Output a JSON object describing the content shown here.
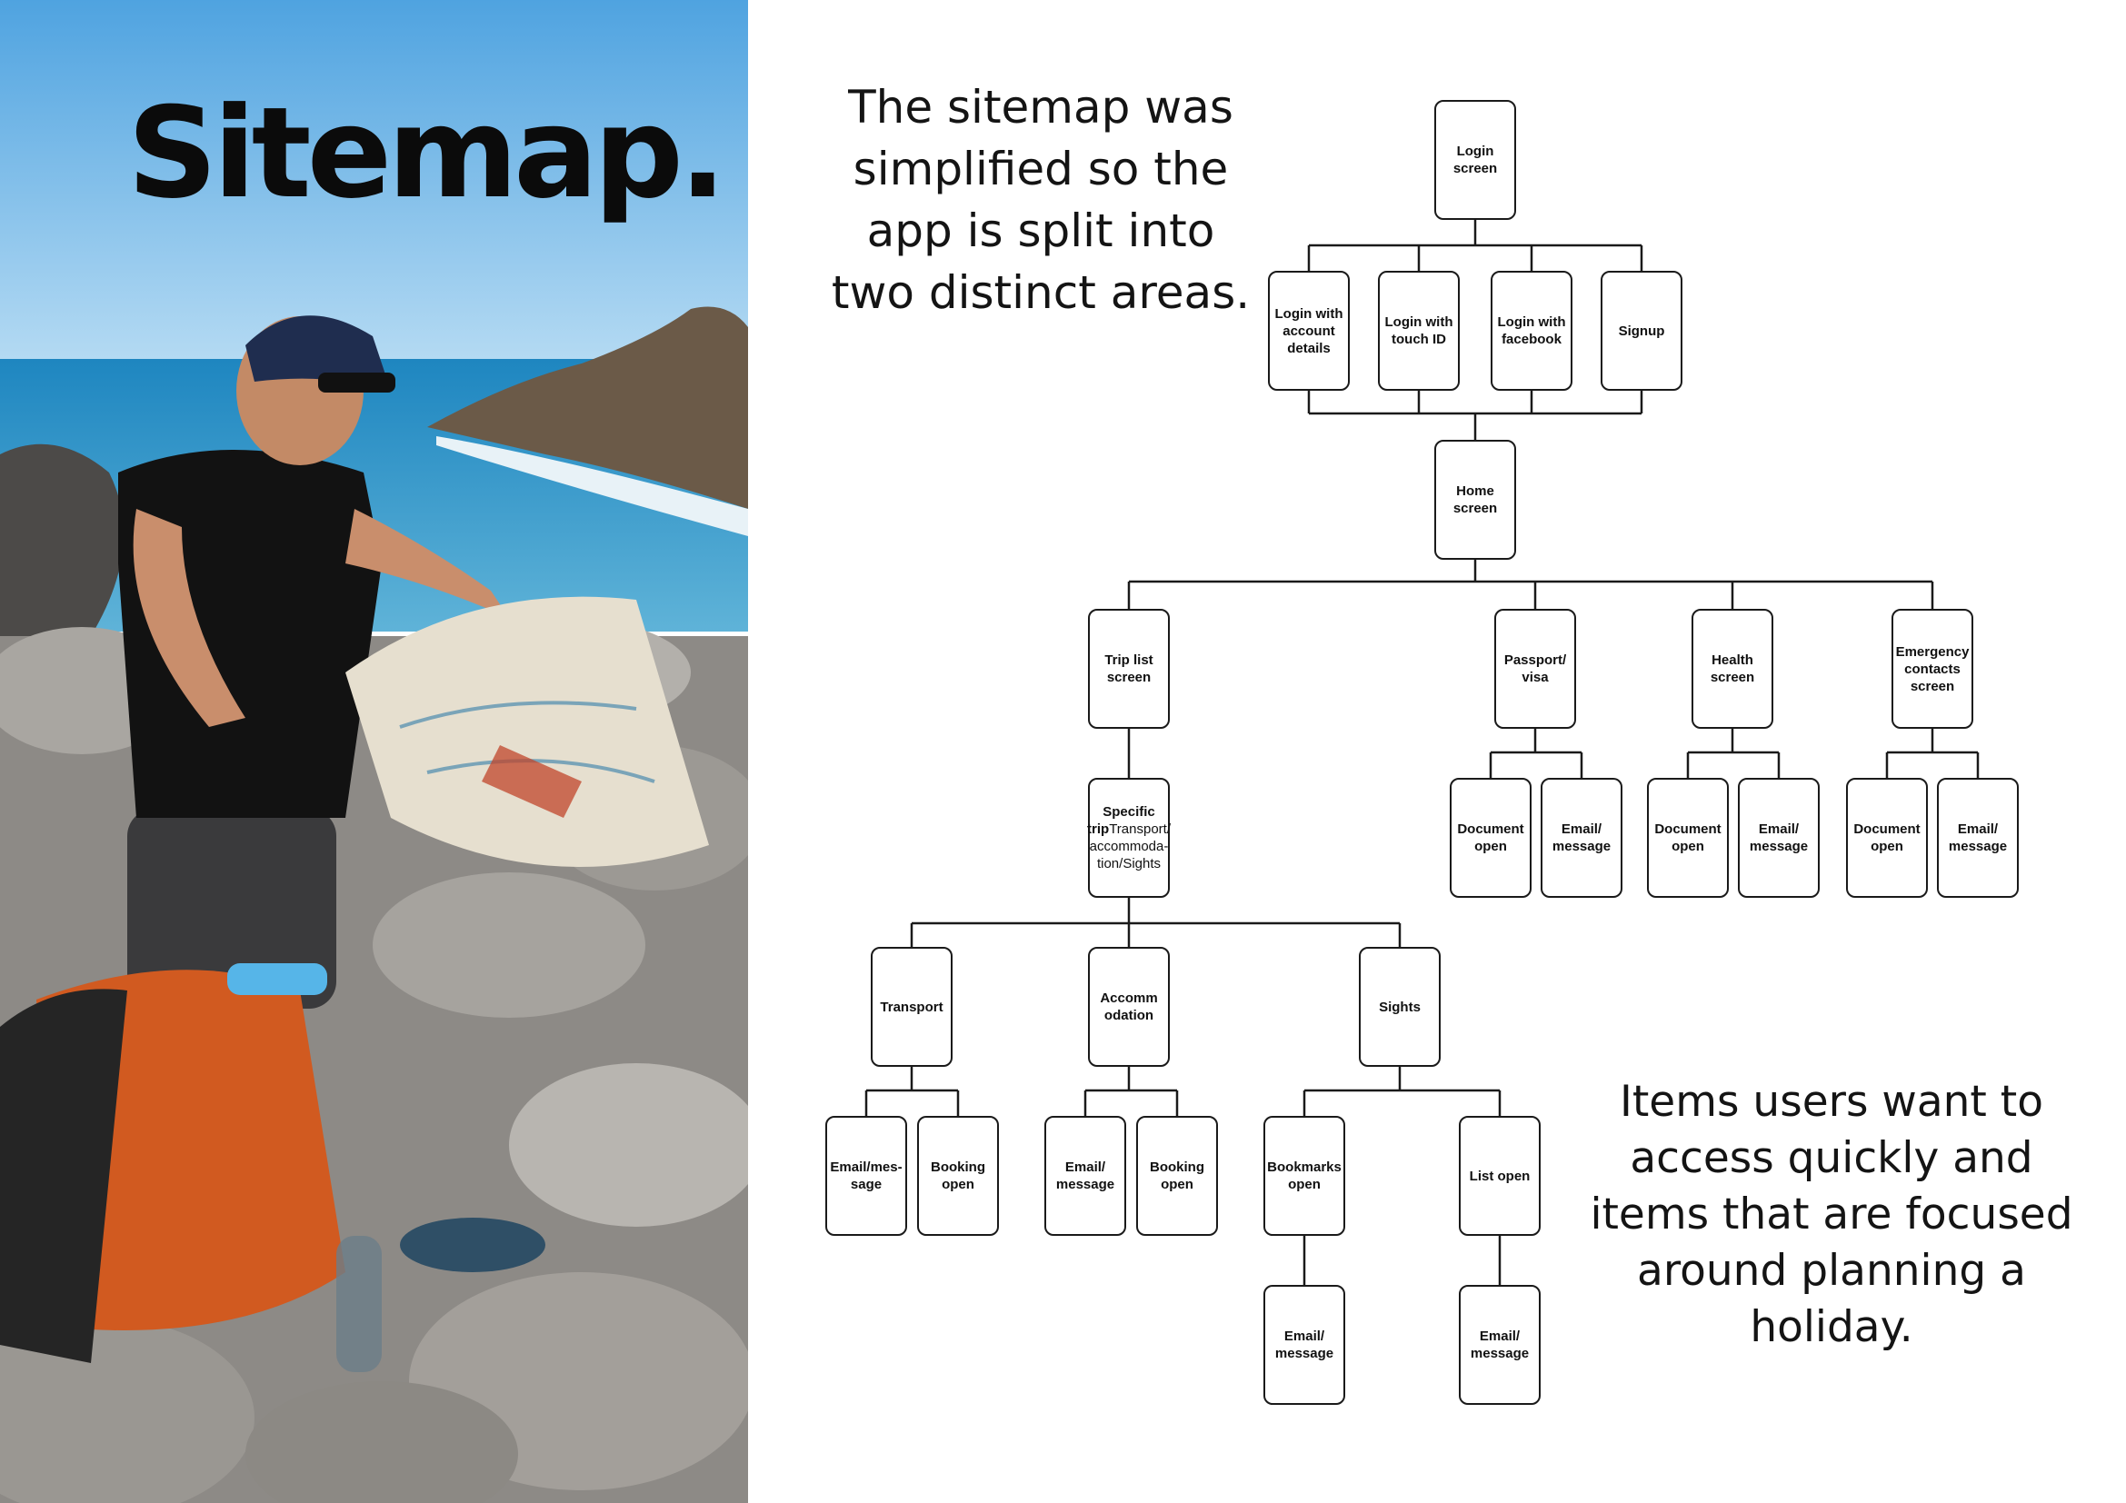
{
  "heading": "Sitemap.",
  "intro_text": "The sitemap was simplified so the app is split into two distinct areas.",
  "focus_text": "Items users want to access quickly and items that are focused around planning a holiday.",
  "colors": {
    "line": "#1a1a1a",
    "text": "#111111",
    "sky": "#6fb6e6",
    "sea": "#2f8fc4"
  },
  "photo": {
    "subject": "hiker-reading-map-on-rocky-coast"
  },
  "sitemap": {
    "login_screen": "Login screen",
    "login_account": "Login with account details",
    "login_touch": "Login with touch ID",
    "login_facebook": "Login with facebook",
    "signup": "Signup",
    "home": "Home screen",
    "trip_list": "Trip list screen",
    "passport": "Passport/ visa",
    "health": "Health screen",
    "emergency": "Emergency contacts screen",
    "specific_trip_bold": "Specific trip",
    "specific_trip_rest": "Transport/ accommoda- tion/Sights",
    "transport": "Transport",
    "accommodation": "Accomm odation",
    "sights": "Sights",
    "transport_email": "Email/mes- sage",
    "transport_booking": "Booking open",
    "accom_email": "Email/ message",
    "accom_booking": "Booking open",
    "bookmarks": "Bookmarks open",
    "list_open": "List open",
    "bookmarks_email": "Email/ message",
    "list_email": "Email/ message",
    "passport_doc": "Document open",
    "passport_email": "Email/ message",
    "health_doc": "Document open",
    "health_email": "Email/ message",
    "emergency_doc": "Document open",
    "emergency_email": "Email/ message"
  }
}
